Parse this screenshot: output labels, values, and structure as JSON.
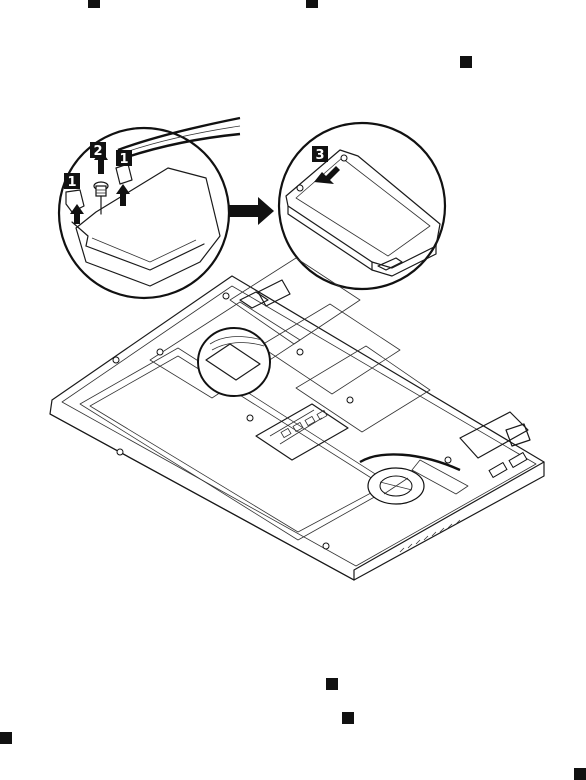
{
  "callouts": {
    "step1_left": "1",
    "step2": "2",
    "step1_right": "1",
    "step3": "3"
  },
  "colors": {
    "ink": "#111111",
    "card_fill": "#c8c8c8",
    "paper": "#ffffff"
  },
  "icons": {
    "arrow": "right-arrow-icon",
    "marker": "black-square-marker"
  }
}
